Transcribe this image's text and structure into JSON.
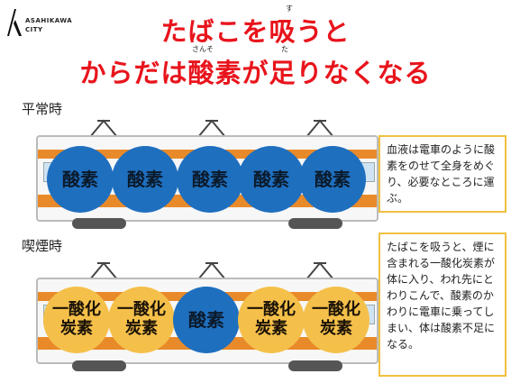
{
  "logo": {
    "line1": "ASAHIKAWA",
    "line2": "CITY"
  },
  "title": {
    "line1": "たばこを吸うと",
    "line2": "からだは酸素が足りなくなる",
    "ruby_su": "す",
    "ruby_sanso": "さんそ",
    "ruby_ta": "た"
  },
  "normal": {
    "label": "平常時",
    "molecules": [
      "酸素",
      "酸素",
      "酸素",
      "酸素",
      "酸素"
    ],
    "description": "血液は電車のように酸素をのせて全身をめぐり、必要なところに運ぶ。"
  },
  "smoking": {
    "label": "喫煙時",
    "molecules": [
      {
        "top": "一酸化",
        "bottom": "炭素"
      },
      {
        "top": "一酸化",
        "bottom": "炭素"
      },
      {
        "top": "酸素",
        "bottom": ""
      },
      {
        "top": "一酸化",
        "bottom": "炭素"
      },
      {
        "top": "一酸化",
        "bottom": "炭素"
      }
    ],
    "description": "たばこを吸うと、煙に含まれる一酸化炭素が体に入り、われ先にとわりこんで、酸素のかわりに電車に乗ってしまい、体は酸素不足になる。"
  },
  "colors": {
    "title": "#e8141c",
    "oxygen": "#1f6fbf",
    "carbon_monoxide": "#f5c04a",
    "train_stripe": "#e98a2a",
    "box_border": "#f0c040"
  }
}
